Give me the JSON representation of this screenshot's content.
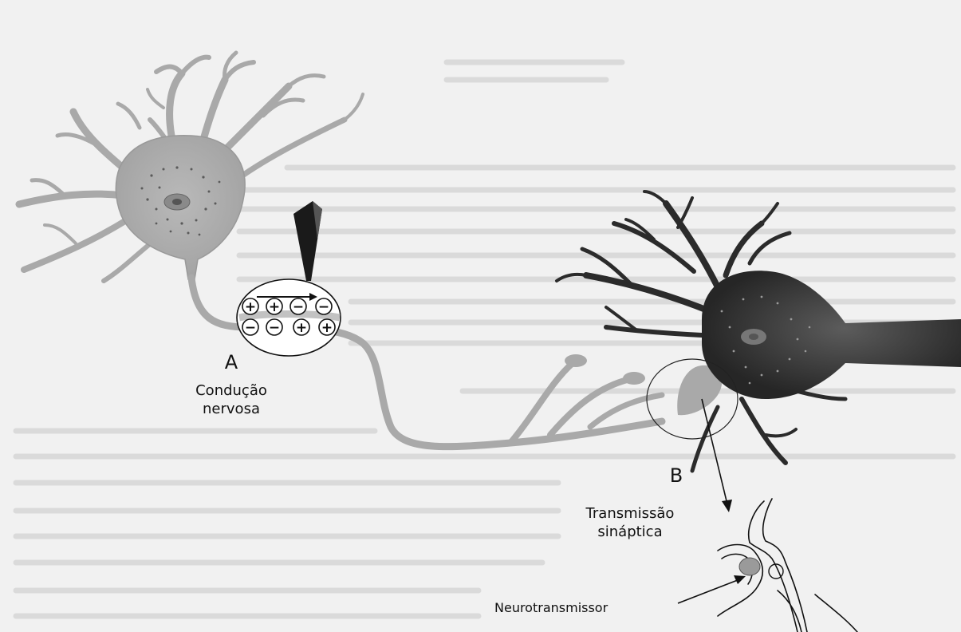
{
  "labels": {
    "a_letter": "A",
    "a_caption_line1": "Condução",
    "a_caption_line2": "nervosa",
    "b_letter": "B",
    "b_caption_line1": "Transmissão",
    "b_caption_line2": "sináptica",
    "neurotransmitter": "Neurotransmissor"
  },
  "charges": {
    "top_row": [
      "+",
      "+",
      "−",
      "−"
    ],
    "bottom_row": [
      "−",
      "−",
      "+",
      "+"
    ]
  },
  "colors": {
    "background": "#f1f1f1",
    "neuron_a": "#a9a9a9",
    "neuron_b": "#2b2b2b",
    "ink": "#111111"
  }
}
